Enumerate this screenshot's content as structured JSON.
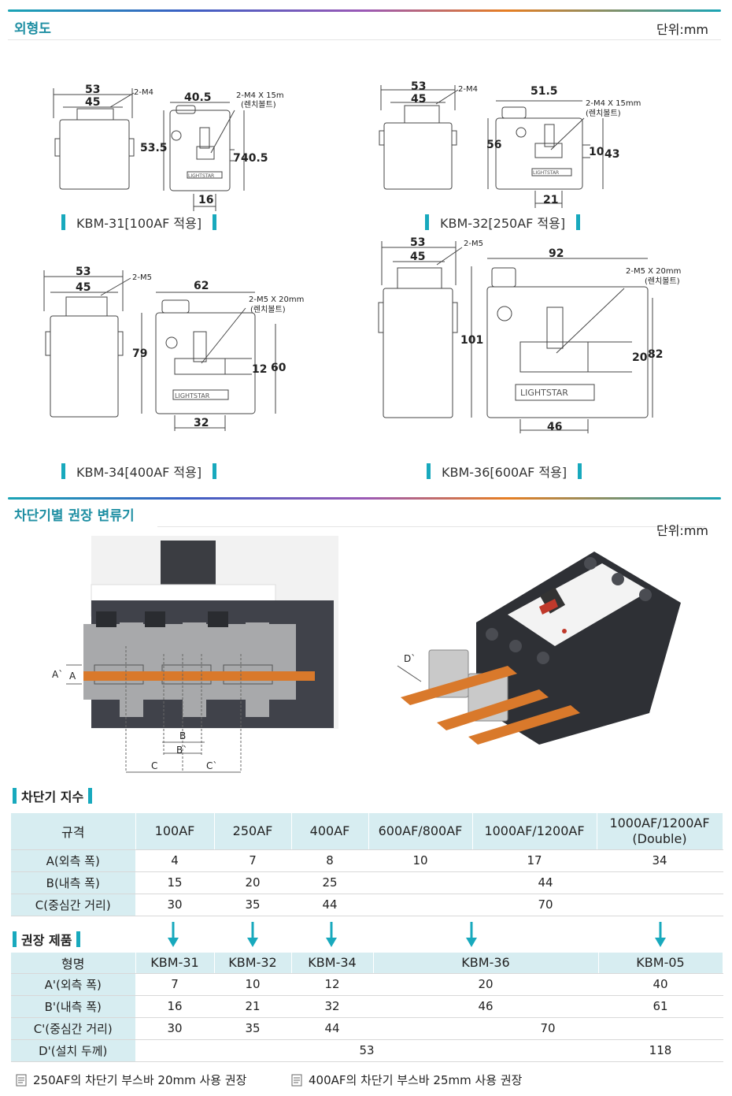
{
  "section1": {
    "title": "외형도",
    "unit": "단위:mm"
  },
  "drawings": [
    {
      "caption": "KBM-31[100AF 적용]",
      "w_outer": "53",
      "w_inner": "45",
      "bolt": "2-M4",
      "width": "40.5",
      "height": "53.5",
      "bolt_spec": "2-M4 X 15mm",
      "bolt_note": "(렌치볼트)",
      "win_h": "7",
      "total_h": "40.5",
      "win_w": "16"
    },
    {
      "caption": "KBM-32[250AF 적용]",
      "w_outer": "53",
      "w_inner": "45",
      "bolt": "2-M4",
      "width": "51.5",
      "height": "56",
      "bolt_spec": "2-M4 X 15mm",
      "bolt_note": "(렌치볼트)",
      "win_h": "10",
      "total_h": "43",
      "win_w": "21"
    },
    {
      "caption": "KBM-34[400AF 적용]",
      "w_outer": "53",
      "w_inner": "45",
      "bolt": "2-M5",
      "width": "62",
      "height": "79",
      "bolt_spec": "2-M5 X 20mm",
      "bolt_note": "(렌치볼트)",
      "win_h": "12",
      "total_h": "60",
      "win_w": "32"
    },
    {
      "caption": "KBM-36[600AF 적용]",
      "w_outer": "53",
      "w_inner": "45",
      "bolt": "2-M5",
      "width": "92",
      "height": "101",
      "bolt_spec": "2-M5 X 20mm",
      "bolt_note": "(렌치볼트)",
      "win_h": "20",
      "total_h": "82",
      "win_w": "46"
    }
  ],
  "logo_text": "LIGHTSTAR",
  "section2": {
    "title": "차단기별 권장 변류기",
    "unit": "단위:mm"
  },
  "fig_labels": {
    "a_outer": "A`",
    "a": "A",
    "b": "B",
    "b_outer": "B`",
    "c": "C",
    "c_outer": "C`",
    "d_outer": "D`"
  },
  "breaker": {
    "heading": "차단기 지수",
    "columns": [
      "규격",
      "100AF",
      "250AF",
      "400AF",
      "600AF/800AF",
      "1000AF/1200AF",
      "1000AF/1200AF\n(Double)"
    ],
    "rows": [
      {
        "label": "A(외측 폭)",
        "cells": [
          "4",
          "7",
          "8",
          "10",
          "17",
          "34"
        ]
      },
      {
        "label": "B(내측 폭)",
        "cells": [
          "15",
          "20",
          "25",
          "44"
        ]
      },
      {
        "label": "C(중심간 거리)",
        "cells": [
          "30",
          "35",
          "44",
          "70"
        ]
      }
    ]
  },
  "product": {
    "heading": "권장 제품",
    "columns": [
      "형명",
      "KBM-31",
      "KBM-32",
      "KBM-34",
      "KBM-36",
      "KBM-05"
    ],
    "rows": [
      {
        "label": "A'(외측 폭)",
        "cells": [
          "7",
          "10",
          "12",
          "20",
          "40"
        ]
      },
      {
        "label": "B'(내측 폭)",
        "cells": [
          "16",
          "21",
          "32",
          "46",
          "61"
        ]
      },
      {
        "label": "C'(중심간 거리)",
        "cells": [
          "30",
          "35",
          "44",
          "70"
        ]
      },
      {
        "label": "D'(설치 두께)",
        "cells": [
          "53",
          "118"
        ]
      }
    ]
  },
  "notes": [
    "250AF의 차단기 부스바 20mm 사용 권장",
    "400AF의 차단기 부스바 25mm 사용 권장"
  ],
  "colors": {
    "accent": "#1f8fa3",
    "bar": "#18a9bd",
    "table_head": "#d7edf1",
    "busbar": "#d9792b"
  }
}
